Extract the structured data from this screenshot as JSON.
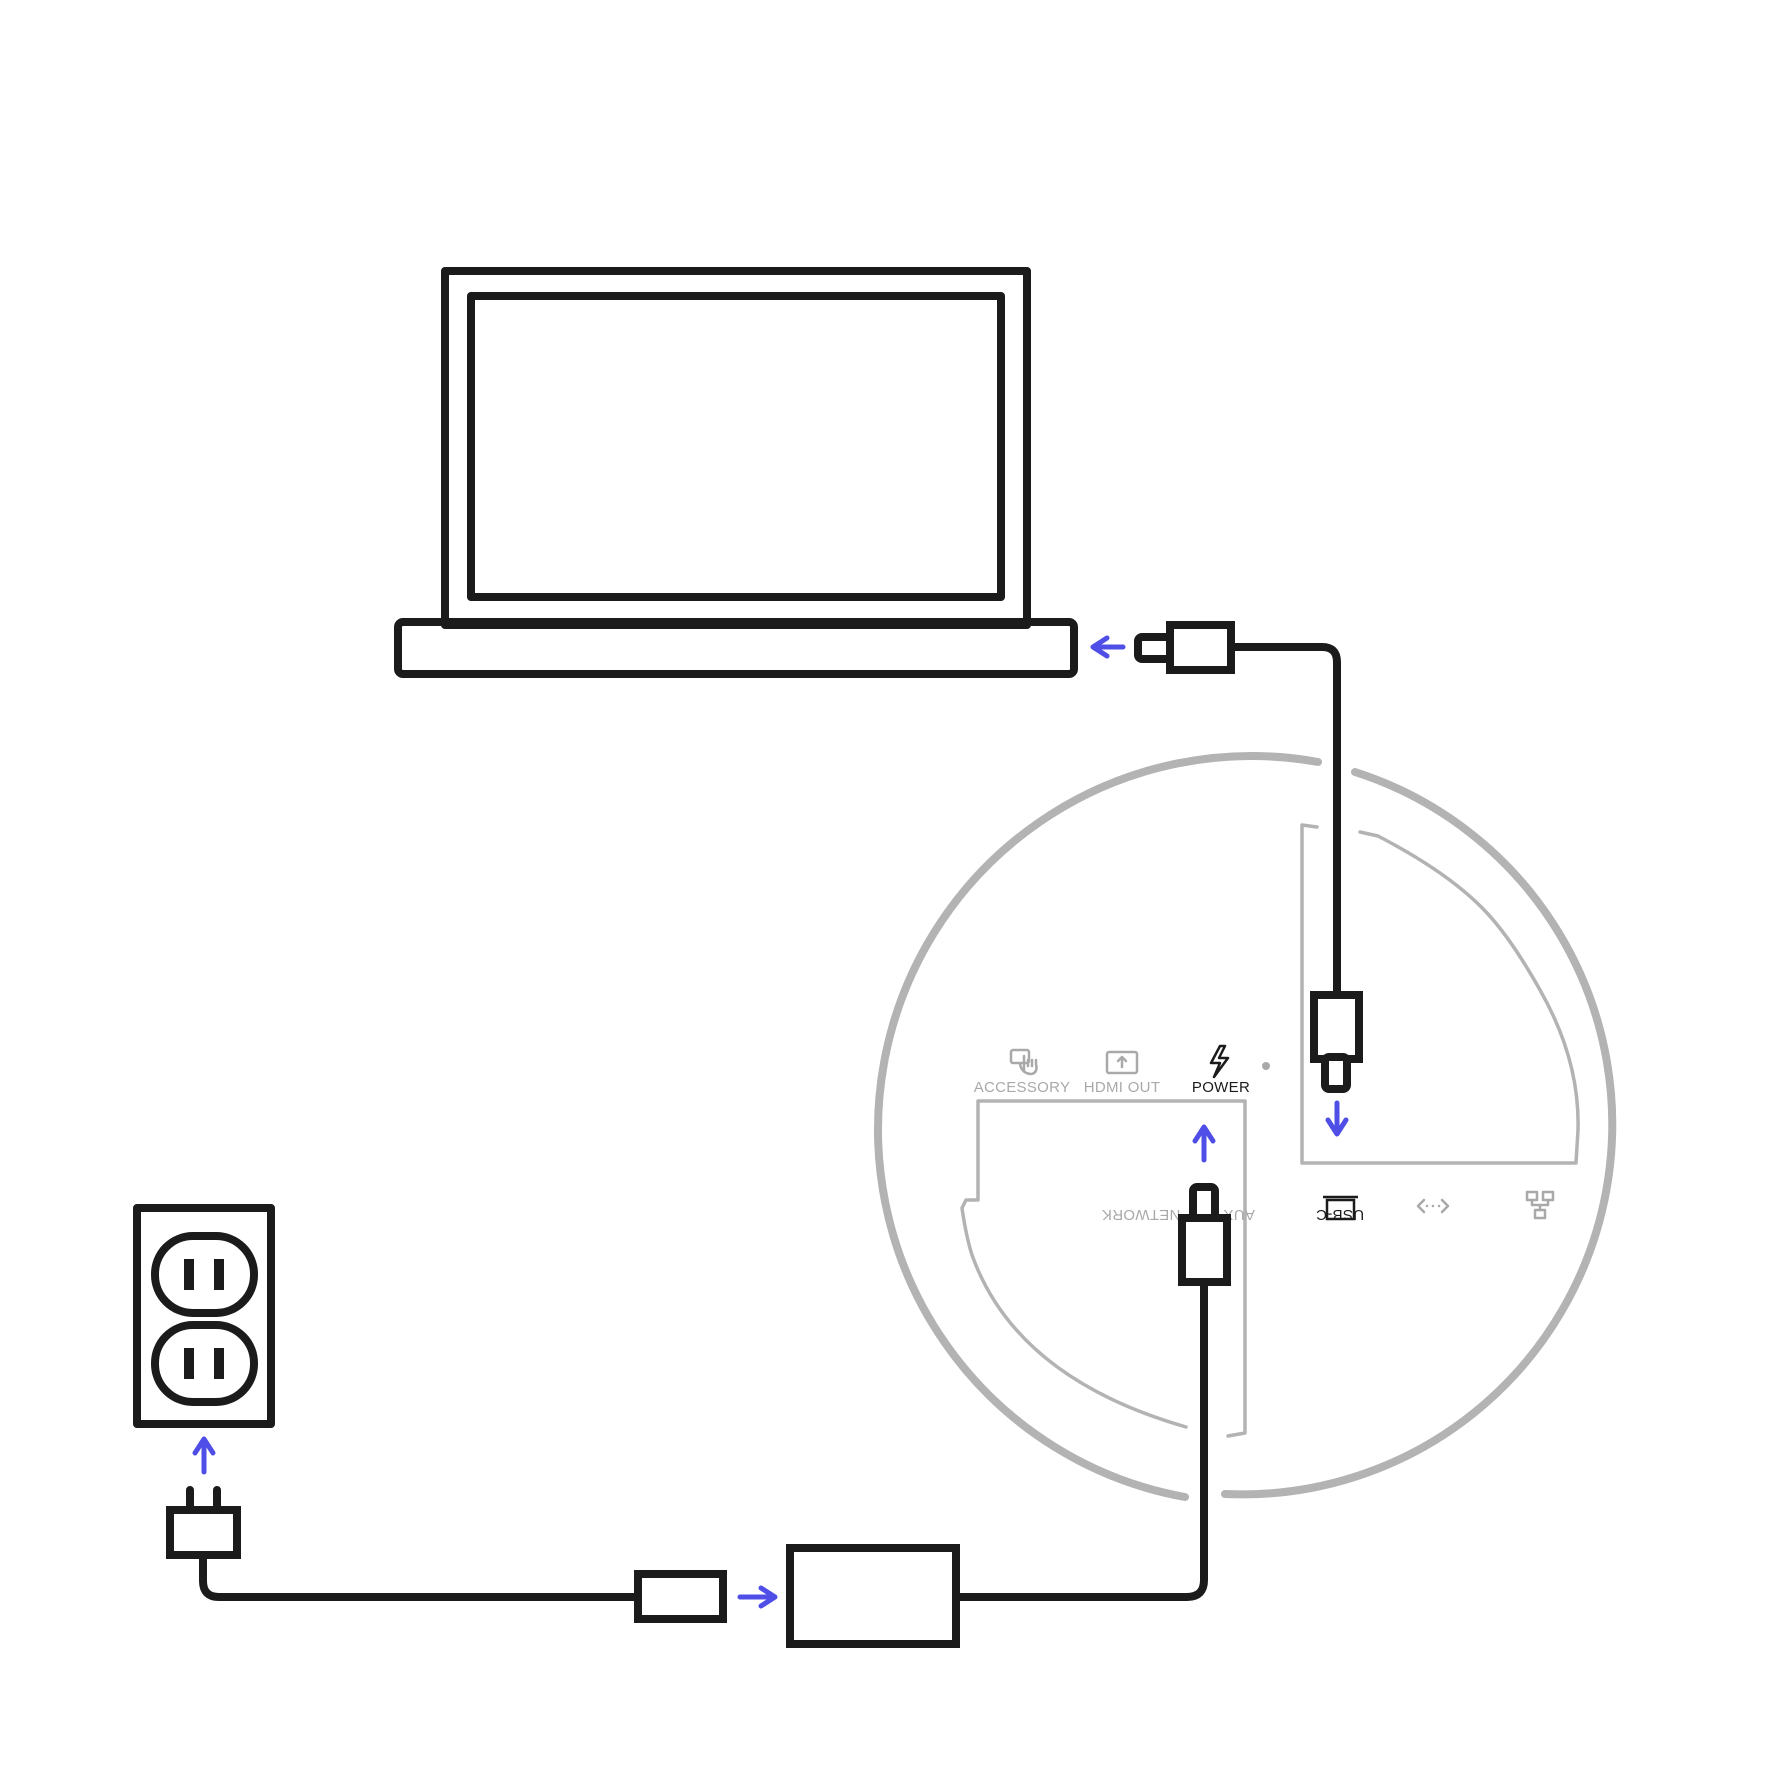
{
  "ports_front": {
    "accessory": "ACCESSORY",
    "hdmi_out": "HDMI OUT",
    "power": "POWER"
  },
  "ports_back": {
    "usb_c": "USB-C",
    "aux": "AUX",
    "network": "NETWORK"
  },
  "colors": {
    "line": "#1b1b1b",
    "arrow": "#4f4fe8",
    "device_outline": "#b3b3b3",
    "inactive_label": "#a9a9a9"
  },
  "icons": {
    "accessory": "touch-panel-icon",
    "hdmi_out": "display-out-icon",
    "power": "lightning-icon",
    "usb_c": "usb-c-port-icon",
    "aux": "aux-arrows-icon",
    "network": "network-icon"
  }
}
